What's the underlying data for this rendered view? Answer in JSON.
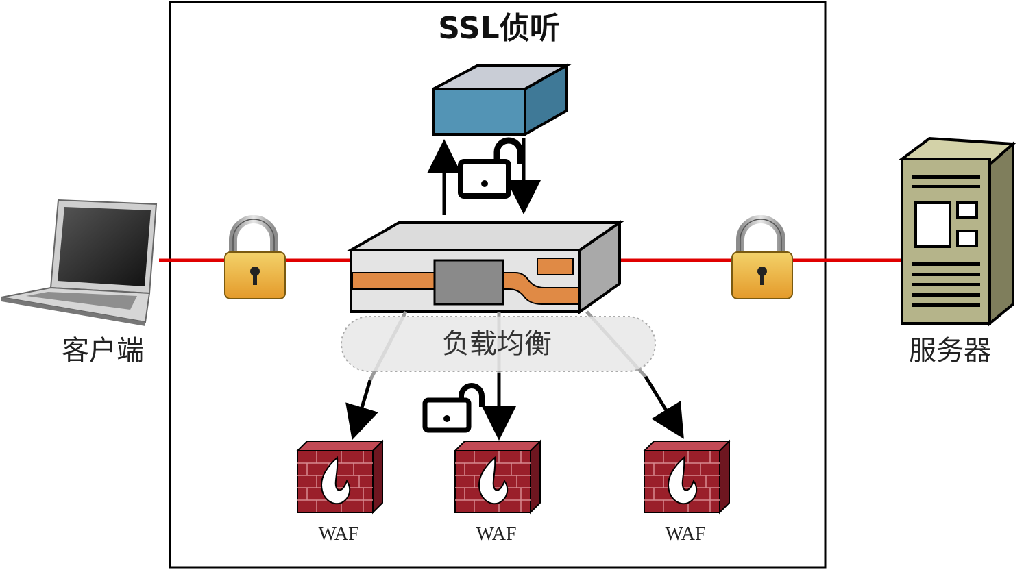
{
  "title": "SSL侦听",
  "client": {
    "label": "客户端",
    "icon": "laptop-icon"
  },
  "server": {
    "label": "服务器",
    "icon": "server-tower-icon"
  },
  "load_balancer": {
    "label": "负载均衡",
    "icon": "network-appliance-icon"
  },
  "sniffer": {
    "icon": "sniffer-box-icon"
  },
  "wafs": [
    {
      "label": "WAF",
      "icon": "firewall-icon"
    },
    {
      "label": "WAF",
      "icon": "firewall-icon"
    },
    {
      "label": "WAF",
      "icon": "firewall-icon"
    }
  ],
  "colors": {
    "encrypted_link": "#e00000",
    "firewall": "#9a1f2a",
    "sniffer_box": "#5394b5",
    "server_body": "#b5b48a",
    "appliance_stripe": "#e08a45"
  }
}
